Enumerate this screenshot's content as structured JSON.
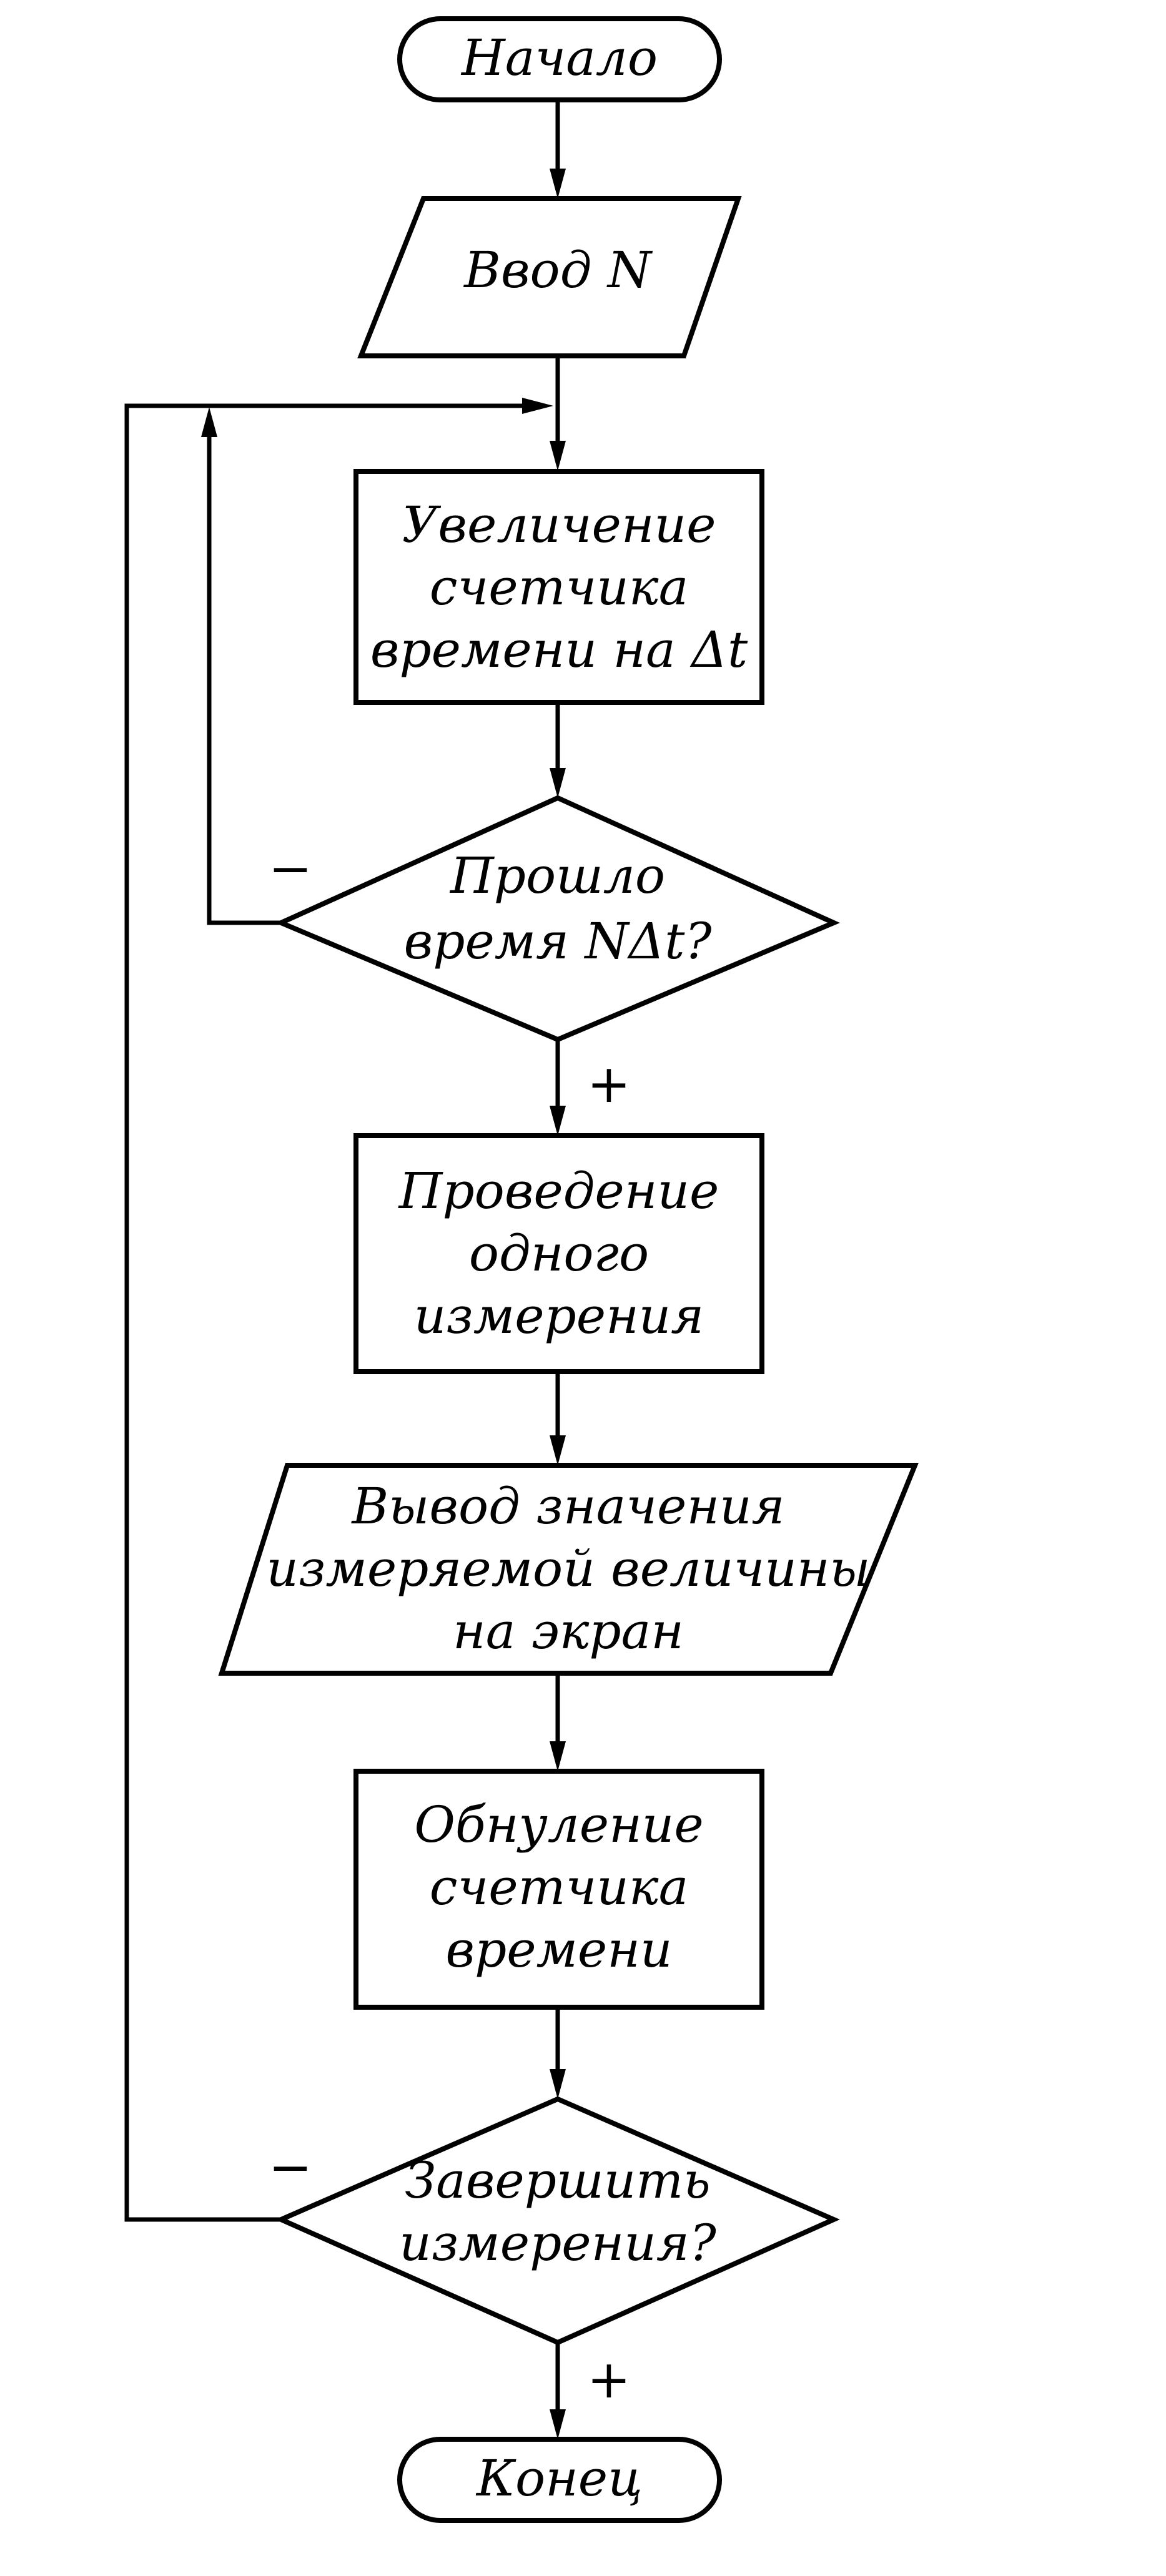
{
  "flowchart": {
    "start": {
      "label": "Начало"
    },
    "input_n": {
      "label": "Ввод N"
    },
    "increment_timer": {
      "lines": [
        "Увеличение",
        "счетчика",
        "времени на Δt"
      ]
    },
    "check_elapsed": {
      "lines": [
        "Прошло",
        "время NΔt?"
      ],
      "no_label": "−",
      "yes_label": "+"
    },
    "measure": {
      "lines": [
        "Проведение",
        "одного",
        "измерения"
      ]
    },
    "output_value": {
      "lines": [
        "Вывод значения",
        "измеряемой величины",
        "на экран"
      ]
    },
    "reset_timer": {
      "lines": [
        "Обнуление",
        "счетчика",
        "времени"
      ]
    },
    "check_finish": {
      "lines": [
        "Завершить",
        "измерения?"
      ],
      "no_label": "−",
      "yes_label": "+"
    },
    "end": {
      "label": "Конец"
    }
  }
}
